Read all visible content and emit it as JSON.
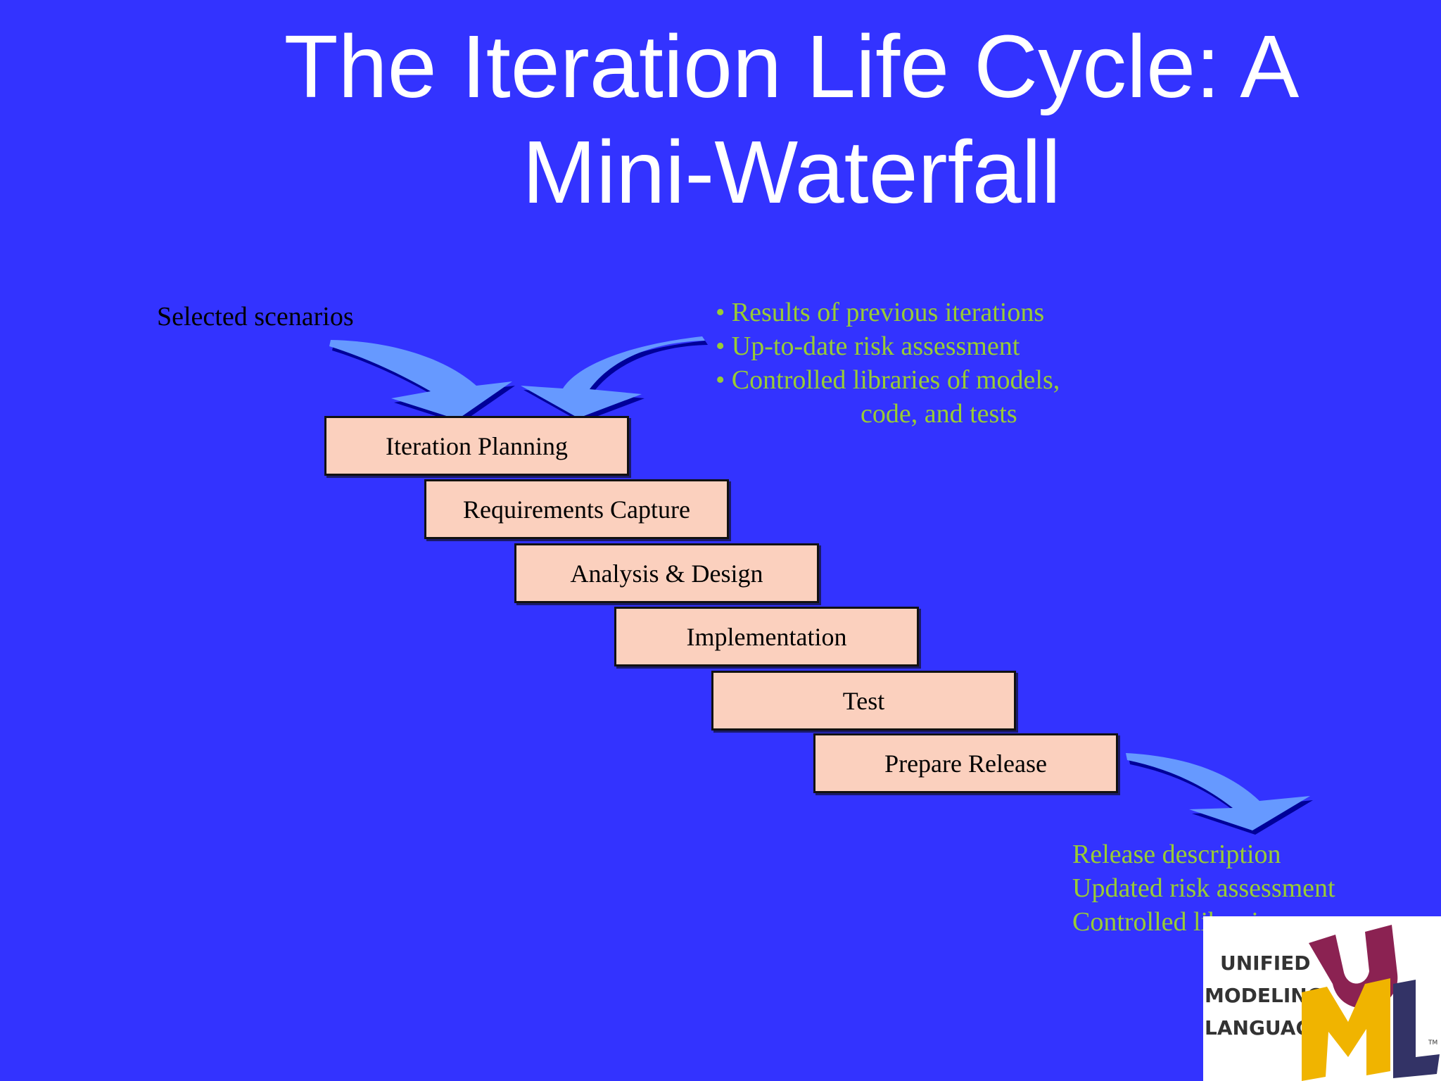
{
  "title": "The Iteration Life Cycle: A Mini-Waterfall",
  "inputs_left": "Selected scenarios",
  "inputs_right": [
    "• Results of previous iterations",
    "• Up-to-date risk assessment",
    "• Controlled libraries of models,",
    "code, and tests"
  ],
  "steps": [
    "Iteration Planning",
    "Requirements Capture",
    "Analysis & Design",
    "Implementation",
    "Test",
    "Prepare Release"
  ],
  "outputs": [
    "Release description",
    "Updated risk assessment",
    "Controlled libraries"
  ],
  "logo": {
    "words": [
      "UNIFIED",
      "MODELING",
      "LANGUAGE"
    ],
    "tm": "TM",
    "colors": {
      "u": "#8b2252",
      "m": "#f0b400",
      "l": "#333366"
    }
  },
  "colors": {
    "background": "#3333ff",
    "title": "#ffffff",
    "step_fill": "#fbd0be",
    "note_text": "#99cc33",
    "arrow": "#6699ff",
    "arrow_shadow": "#000099"
  }
}
